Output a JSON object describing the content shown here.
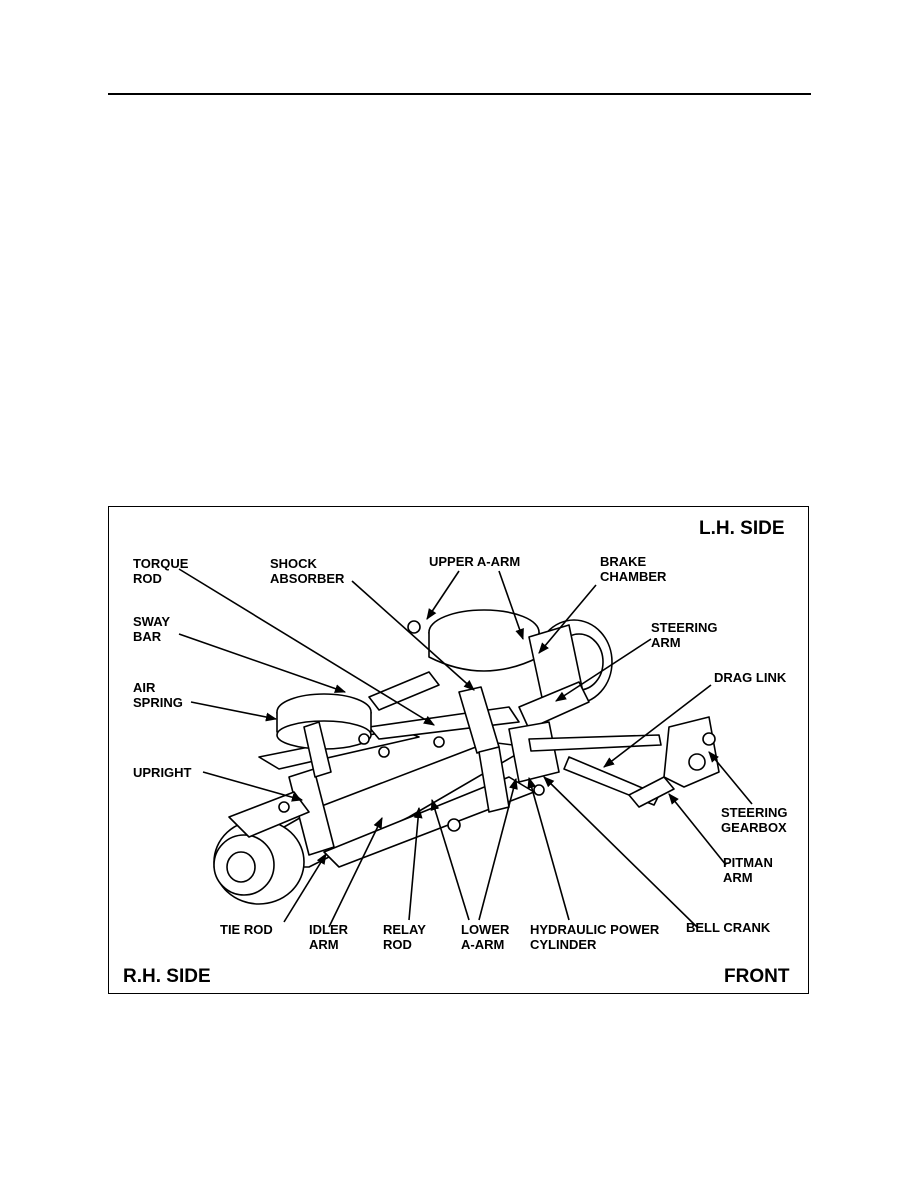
{
  "figure": {
    "corners": {
      "lh_side": "L.H. SIDE",
      "rh_side": "R.H. SIDE",
      "front": "FRONT"
    },
    "labels": {
      "torque_rod": [
        "TORQUE",
        "ROD"
      ],
      "shock_absorber": [
        "SHOCK",
        "ABSORBER"
      ],
      "upper_a_arm": [
        "UPPER A-ARM"
      ],
      "brake_chamber": [
        "BRAKE",
        "CHAMBER"
      ],
      "sway_bar": [
        "SWAY",
        "BAR"
      ],
      "steering_arm": [
        "STEERING",
        "ARM"
      ],
      "air_spring": [
        "AIR",
        "SPRING"
      ],
      "drag_link": [
        "DRAG LINK"
      ],
      "upright": [
        "UPRIGHT"
      ],
      "steering_gearbox": [
        "STEERING",
        "GEARBOX"
      ],
      "pitman_arm": [
        "PITMAN",
        "ARM"
      ],
      "tie_rod": [
        "TIE ROD"
      ],
      "idler_arm": [
        "IDLER",
        "ARM"
      ],
      "relay_rod": [
        "RELAY",
        "ROD"
      ],
      "lower_a_arm": [
        "LOWER",
        "A-ARM"
      ],
      "hydraulic_power_cylinder": [
        "HYDRAULIC POWER",
        "CYLINDER"
      ],
      "bell_crank": [
        "BELL CRANK"
      ]
    }
  }
}
